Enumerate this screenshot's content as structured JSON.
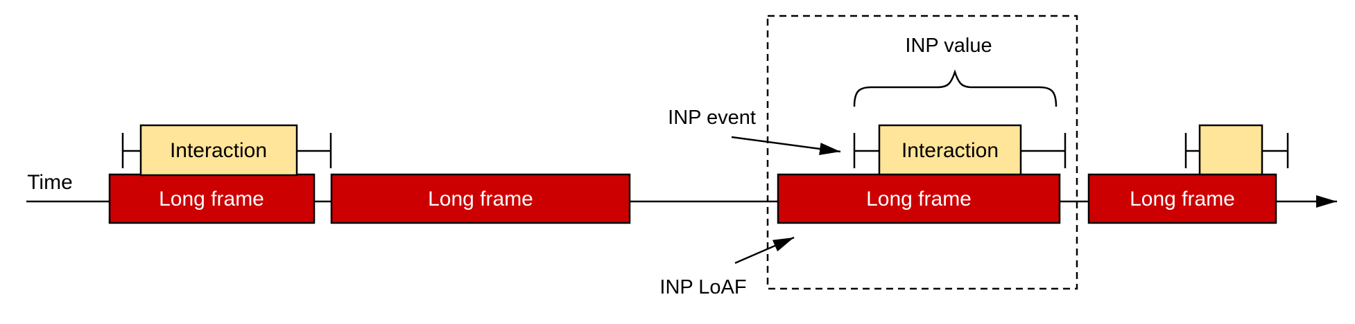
{
  "diagram": {
    "axis_label": "Time",
    "long_frames": [
      {
        "label": "Long frame"
      },
      {
        "label": "Long frame"
      },
      {
        "label": "Long frame"
      },
      {
        "label": "Long frame"
      }
    ],
    "interactions": [
      {
        "label": "Interaction"
      },
      {
        "label": "Interaction"
      },
      {
        "label": ""
      }
    ],
    "annotations": {
      "inp_value": "INP value",
      "inp_event": "INP event",
      "inp_loaf": "INP LoAF"
    },
    "colors": {
      "long_frame_fill": "#cc0000",
      "long_frame_text": "#ffffff",
      "interaction_fill": "#ffe599",
      "interaction_text": "#000000",
      "line": "#000000"
    }
  }
}
